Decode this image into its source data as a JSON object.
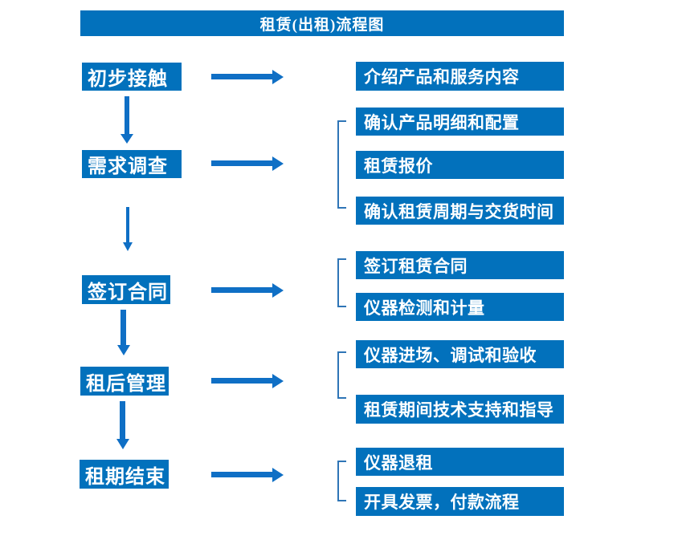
{
  "title": "租赁(出租)流程图",
  "steps": [
    {
      "label": "初步接触",
      "details": [
        "介绍产品和服务内容"
      ]
    },
    {
      "label": "需求调查",
      "details": [
        "确认产品明细和配置",
        "租赁报价",
        "确认租赁周期与交货时间"
      ]
    },
    {
      "label": "签订合同",
      "details": [
        "签订租赁合同",
        "仪器检测和计量"
      ]
    },
    {
      "label": "租后管理",
      "details": [
        "仪器进场、调试和验收",
        "租赁期间技术支持和指导"
      ]
    },
    {
      "label": "租期结束",
      "details": [
        "仪器退租",
        "开具发票，付款流程"
      ]
    }
  ],
  "colors": {
    "box_blue": "#0271bc",
    "arrow_blue": "#0f6fc5",
    "bracket_blue": "#2e75b6",
    "text_white": "#ffffff"
  }
}
